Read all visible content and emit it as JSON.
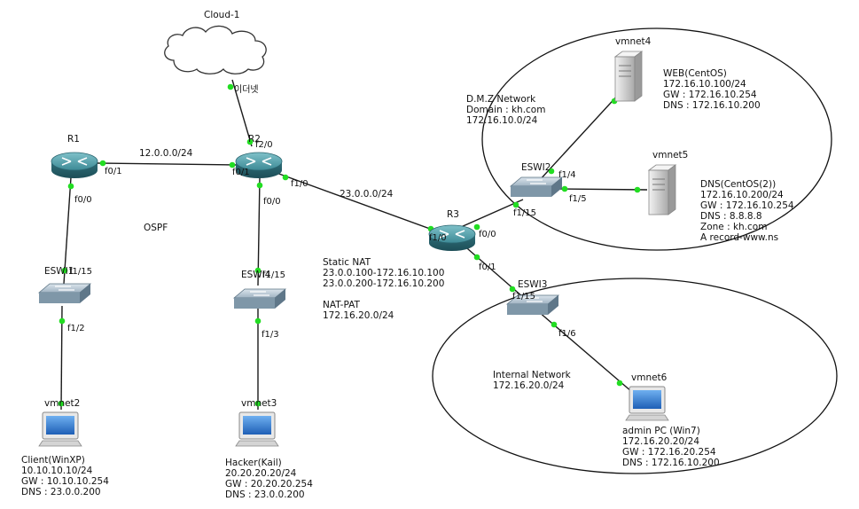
{
  "cloud": {
    "name": "Cloud-1",
    "interface": "이더넷"
  },
  "routers": {
    "r1": {
      "name": "R1"
    },
    "r2": {
      "name": "R2"
    },
    "r3": {
      "name": "R3"
    }
  },
  "switches": {
    "eswi1": {
      "name": "ESWI1"
    },
    "eswi2": {
      "name": "ESWI2"
    },
    "eswi3": {
      "name": "ESWI3"
    },
    "eswi4": {
      "name": "ESWI4"
    }
  },
  "hosts": {
    "client": {
      "vm": "vmnet2",
      "lines": [
        "Client(WinXP)",
        "10.10.10.10/24",
        "GW : 10.10.10.254",
        "DNS : 23.0.0.200"
      ]
    },
    "hacker": {
      "vm": "vmnet3",
      "lines": [
        "Hacker(Kail)",
        "20.20.20.20/24",
        "GW : 20.20.20.254",
        "DNS : 23.0.0.200"
      ]
    },
    "admin": {
      "vm": "vmnet6",
      "lines": [
        "admin PC (Win7)",
        "172.16.20.20/24",
        "GW : 172.16.20.254",
        "DNS : 172.16.10.200"
      ]
    },
    "web": {
      "vm": "vmnet4",
      "lines": [
        "WEB(CentOS)",
        "172.16.10.100/24",
        "GW : 172.16.10.254",
        "DNS : 172.16.10.200"
      ]
    },
    "dns": {
      "vm": "vmnet5",
      "lines": [
        "DNS(CentOS(2))",
        "172.16.10.200/24",
        "GW : 172.16.10.254",
        "DNS : 8.8.8.8",
        "Zone : kh.com",
        "A record-www.ns"
      ]
    }
  },
  "networks": {
    "r1_r2": "12.0.0.0/24",
    "r2_r3": "23.0.0.0/24",
    "ospf": "OSPF",
    "dmz": [
      "D.M.Z Network",
      "Domain : kh.com",
      "172.16.10.0/24"
    ],
    "internal": [
      "Internal Network",
      "172.16.20.0/24"
    ],
    "nat": [
      "Static NAT",
      "23.0.0.100-172.16.10.100",
      "23.0.0.200-172.16.10.200"
    ],
    "pat": [
      "NAT-PAT",
      "172.16.20.0/24"
    ]
  },
  "ports": {
    "r1_f01": "f0/1",
    "r1_f00": "f0/0",
    "eswi1_up": "f1/15",
    "eswi1_down": "f1/2",
    "r2_f20": "f2/0",
    "r2_f01": "f0/1",
    "r2_f10": "f1/0",
    "r2_f00": "f0/0",
    "eswi4_up": "f1/15",
    "eswi4_down": "f1/3",
    "r3_f10": "f1/0",
    "r3_f00": "f0/0",
    "r3_f01": "f0/1",
    "eswi2_f14": "f1/4",
    "eswi2_f15": "f1/5",
    "eswi2_f115": "f1/15",
    "eswi3_f115": "f1/15",
    "eswi3_f16": "f1/6"
  },
  "colors": {
    "link_dot": "#22dd22",
    "router": "#3d8a96",
    "switch": "#8fa6b5"
  }
}
